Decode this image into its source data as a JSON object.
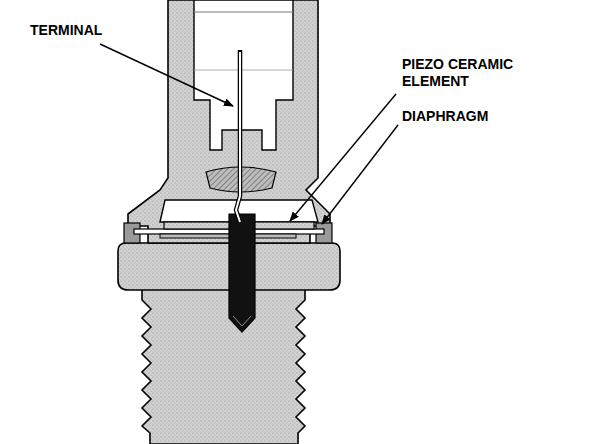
{
  "diagram": {
    "labels": [
      "TERMINAL",
      "PIEZO CERAMIC ELEMENT",
      "DIAPHRAGM"
    ]
  }
}
